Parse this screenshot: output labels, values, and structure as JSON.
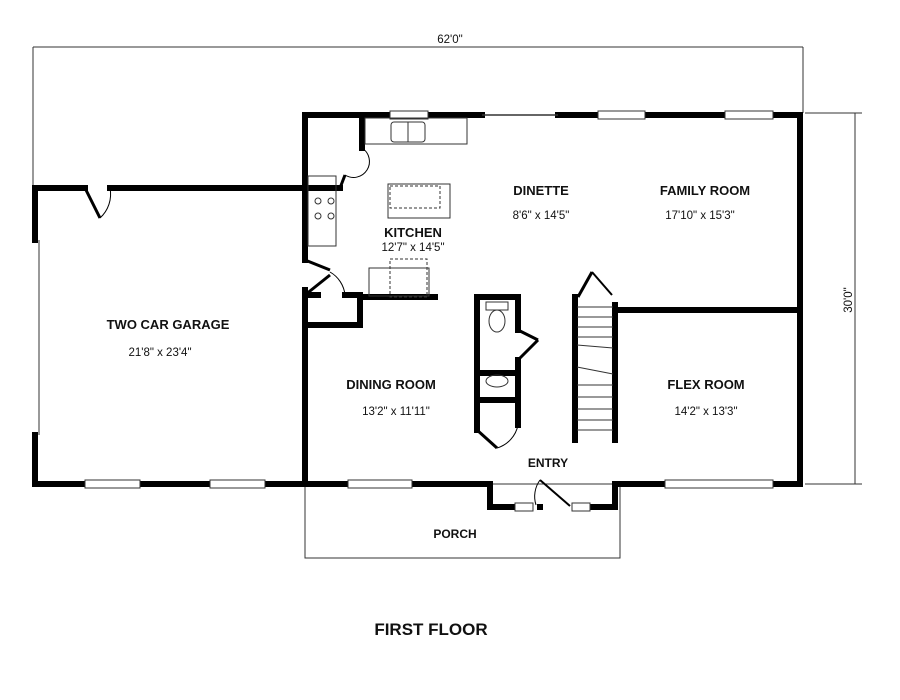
{
  "title": "FIRST FLOOR",
  "overall_width": "62'0\"",
  "overall_depth": "30'0\"",
  "rooms": [
    {
      "name": "TWO CAR GARAGE",
      "size": "21'8\" x 23'4\""
    },
    {
      "name": "KITCHEN",
      "size": "12'7\" x 14'5\""
    },
    {
      "name": "DINETTE",
      "size": "8'6\" x 14'5\""
    },
    {
      "name": "FAMILY ROOM",
      "size": "17'10\" x 15'3\""
    },
    {
      "name": "DINING ROOM",
      "size": "13'2\" x 11'11\""
    },
    {
      "name": "FLEX ROOM",
      "size": "14'2\" x 13'3\""
    },
    {
      "name": "ENTRY"
    },
    {
      "name": "PORCH"
    }
  ],
  "colors": {
    "wall": "#000000",
    "line": "#333333"
  }
}
